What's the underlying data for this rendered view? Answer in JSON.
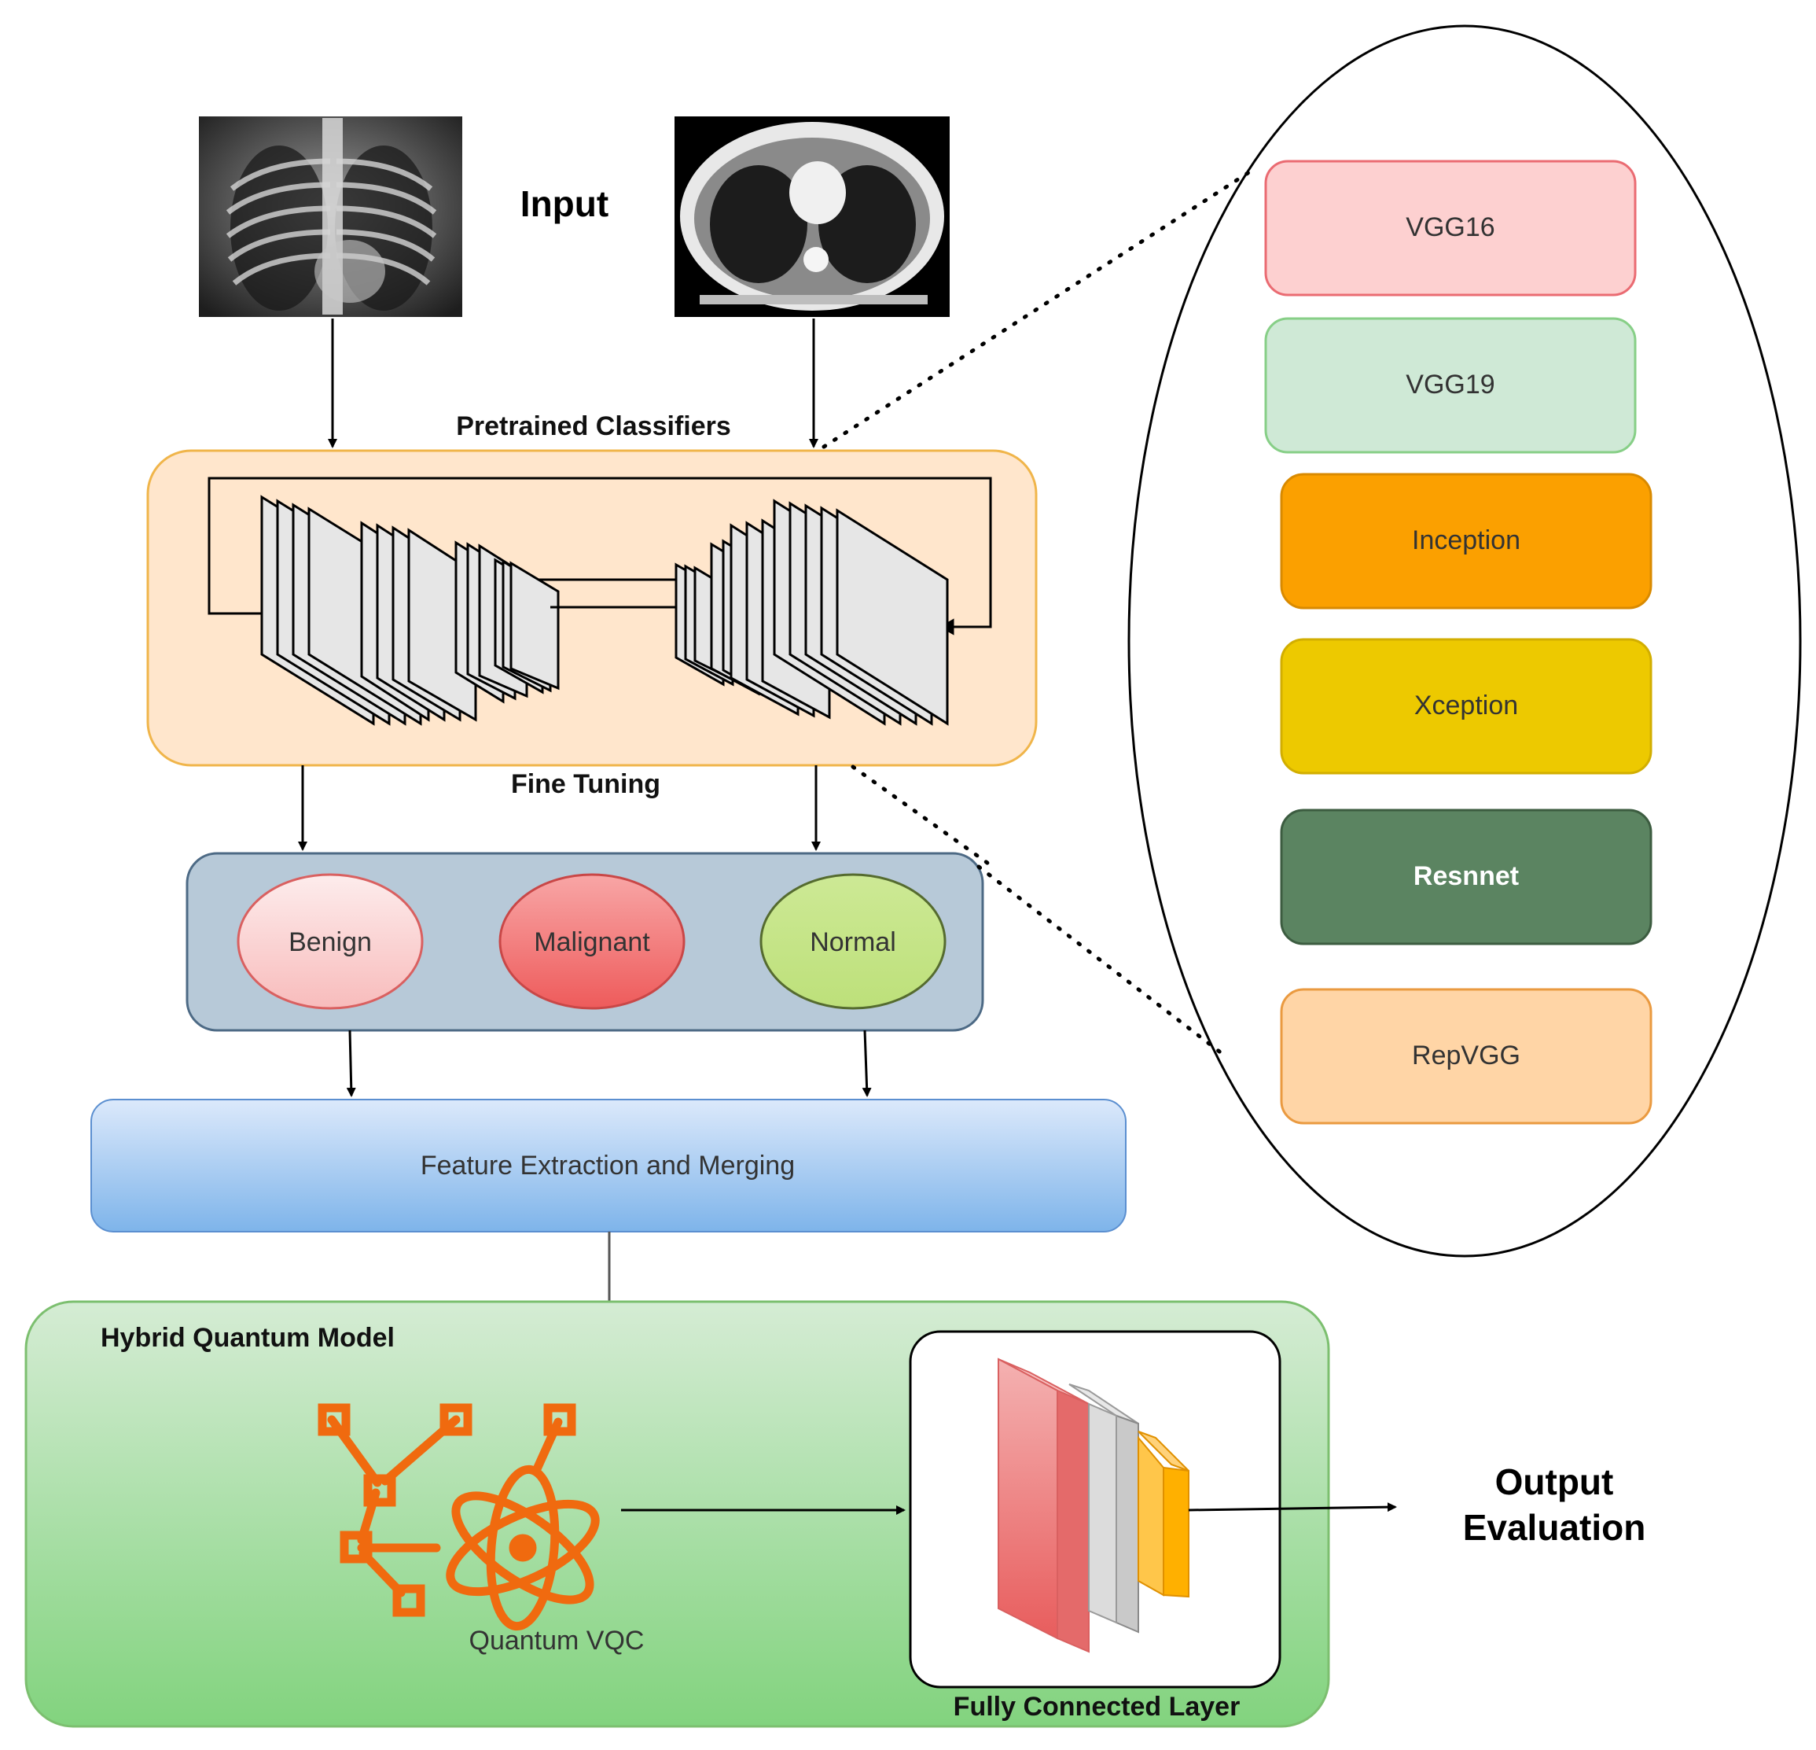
{
  "input": {
    "label": "Input",
    "xray_image": "chest-xray-image",
    "ct_image": "chest-ct-image"
  },
  "classifier_block": {
    "top_label": "Pretrained Classifiers",
    "bottom_label": "Fine Tuning"
  },
  "classes": [
    {
      "label": "Benign",
      "fill_top": "#fdecec",
      "fill_bottom": "#f8bcbc",
      "stroke": "#d96060"
    },
    {
      "label": "Malignant",
      "fill_top": "#f8a6a6",
      "fill_bottom": "#ee5b5b",
      "stroke": "#c94747"
    },
    {
      "label": "Normal",
      "fill_top": "#cde995",
      "fill_bottom": "#bde07a",
      "stroke": "#556b2f"
    }
  ],
  "feature_box": {
    "label": "Feature Extraction and Merging"
  },
  "models": [
    {
      "label": "VGG16",
      "fill": "#fdd0d0",
      "stroke": "#ea6b72",
      "text_color": "#333333"
    },
    {
      "label": "VGG19",
      "fill": "#cfe9d6",
      "stroke": "#87cf87",
      "text_color": "#333333"
    },
    {
      "label": "Inception",
      "fill": "#fba000",
      "stroke": "#d98a00",
      "text_color": "#333333"
    },
    {
      "label": "Xception",
      "fill": "#edc900",
      "stroke": "#d2ae00",
      "text_color": "#333333"
    },
    {
      "label": "Resnnet",
      "fill": "#5b8461",
      "stroke": "#3c5c40",
      "text_color": "#ffffff"
    },
    {
      "label": "RepVGG",
      "fill": "#ffd5a6",
      "stroke": "#ea9a40",
      "text_color": "#333333"
    }
  ],
  "hybrid": {
    "title": "Hybrid Quantum Model",
    "vqc_label": "Quantum VQC",
    "fc_label": "Fully Connected Layer"
  },
  "output": {
    "line1": "Output",
    "line2": "Evaluation"
  },
  "colors": {
    "classifier_fill": "#ffe6cc",
    "classifier_stroke": "#f0b54a",
    "class_panel_fill": "#b7c9d8",
    "class_panel_stroke": "#4d6a85",
    "feature_top": "#dce9fb",
    "feature_bottom": "#7eb4ea",
    "hybrid_top": "#d5ecd4",
    "hybrid_bottom": "#82d37e",
    "quantum_orange": "#f06a0f"
  }
}
